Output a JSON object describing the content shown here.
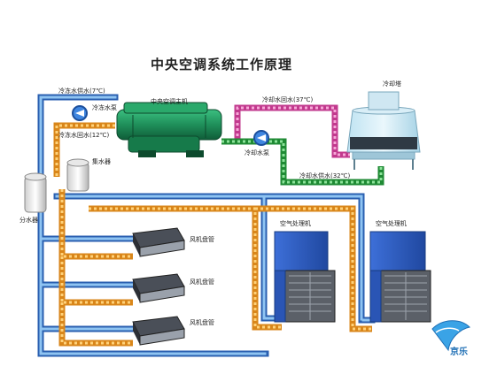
{
  "title": "中央空调系统工作原理",
  "labels": {
    "chilled_supply": "冷冻水供水(7℃)",
    "chilled_pump": "冷冻水泵",
    "chilled_return": "冷冻水回水(12℃)",
    "chiller": "中央空调主机",
    "cooling_return": "冷却水回水(37℃)",
    "cooling_tower": "冷却塔",
    "cooling_pump": "冷却水泵",
    "cooling_supply": "冷却水供水(32℃)",
    "collector": "集水器",
    "distributor": "分水器",
    "fcu1": "风机盘管",
    "fcu2": "风机盘管",
    "fcu3": "风机盘管",
    "ahu1": "空气处理机",
    "ahu2": "空气处理机"
  },
  "logo": {
    "text": "京乐"
  },
  "colors": {
    "chilled_pipe": "#3a7bd5",
    "warm_pipe": "#f0a020",
    "cooling_pipe": "#e25aa8",
    "cooling_supply_pipe": "#34b04a",
    "chiller_body": "#1f8f5a",
    "ahu_body": "#2f5fc8"
  }
}
